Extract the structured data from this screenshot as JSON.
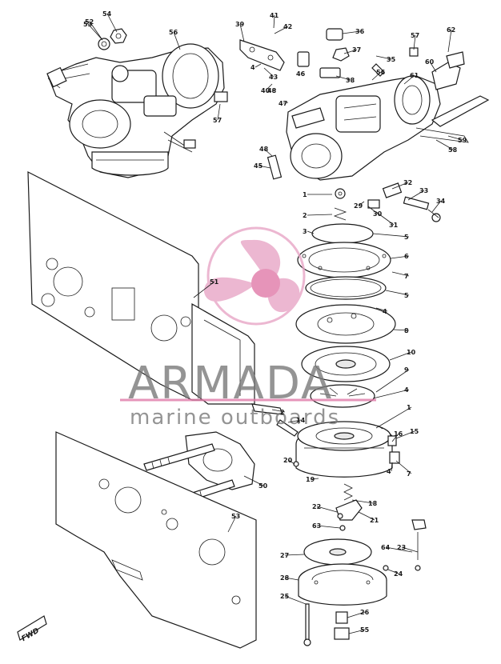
{
  "watermark": {
    "brand": "ARMADA",
    "tagline": "marine outboards"
  },
  "direction_label": "FWD",
  "callouts": [
    "53",
    "54",
    "56",
    "57",
    "39",
    "41",
    "42",
    "36",
    "37",
    "35",
    "57",
    "62",
    "4",
    "43",
    "40",
    "46",
    "48",
    "47",
    "38",
    "56",
    "61",
    "60",
    "59",
    "58",
    "48",
    "45",
    "32",
    "33",
    "34",
    "1",
    "2",
    "29",
    "30",
    "31",
    "3",
    "5",
    "6",
    "7",
    "5",
    "4",
    "8",
    "10",
    "9",
    "4",
    "1",
    "2",
    "14",
    "15",
    "16",
    "7",
    "4",
    "20",
    "19",
    "18",
    "21",
    "22",
    "63",
    "64",
    "23",
    "27",
    "24",
    "28",
    "25",
    "26",
    "55",
    "52",
    "51",
    "50",
    "53"
  ]
}
